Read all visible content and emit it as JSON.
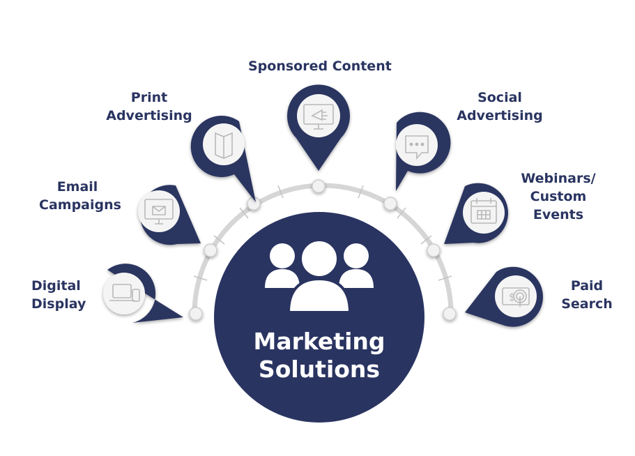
{
  "center": {
    "line1": "Marketing",
    "line2": "Solutions",
    "icon": "people-group-icon"
  },
  "items": [
    {
      "key": "digital-display",
      "line1": "Digital",
      "line2": "Display",
      "icon": "devices-icon"
    },
    {
      "key": "email-campaigns",
      "line1": "Email",
      "line2": "Campaigns",
      "icon": "email-monitor-icon"
    },
    {
      "key": "print-advertising",
      "line1": "Print",
      "line2": "Advertising",
      "icon": "brochure-icon"
    },
    {
      "key": "sponsored-content",
      "line1": "Sponsored Content",
      "icon": "monitor-megaphone-icon"
    },
    {
      "key": "social-advertising",
      "line1": "Social",
      "line2": "Advertising",
      "icon": "chat-bubble-icon"
    },
    {
      "key": "webinars-custom-events",
      "line1": "Webinars/",
      "line2": "Custom",
      "line3": "Events",
      "icon": "calendar-icon"
    },
    {
      "key": "paid-search",
      "line1": "Paid",
      "line2": "Search",
      "icon": "dollar-click-icon"
    }
  ],
  "colors": {
    "navy": "#2a3461",
    "arc": "#d6d6d6",
    "circle_fill": "#f4f4f4",
    "icon_stroke": "#b8b8b8"
  }
}
